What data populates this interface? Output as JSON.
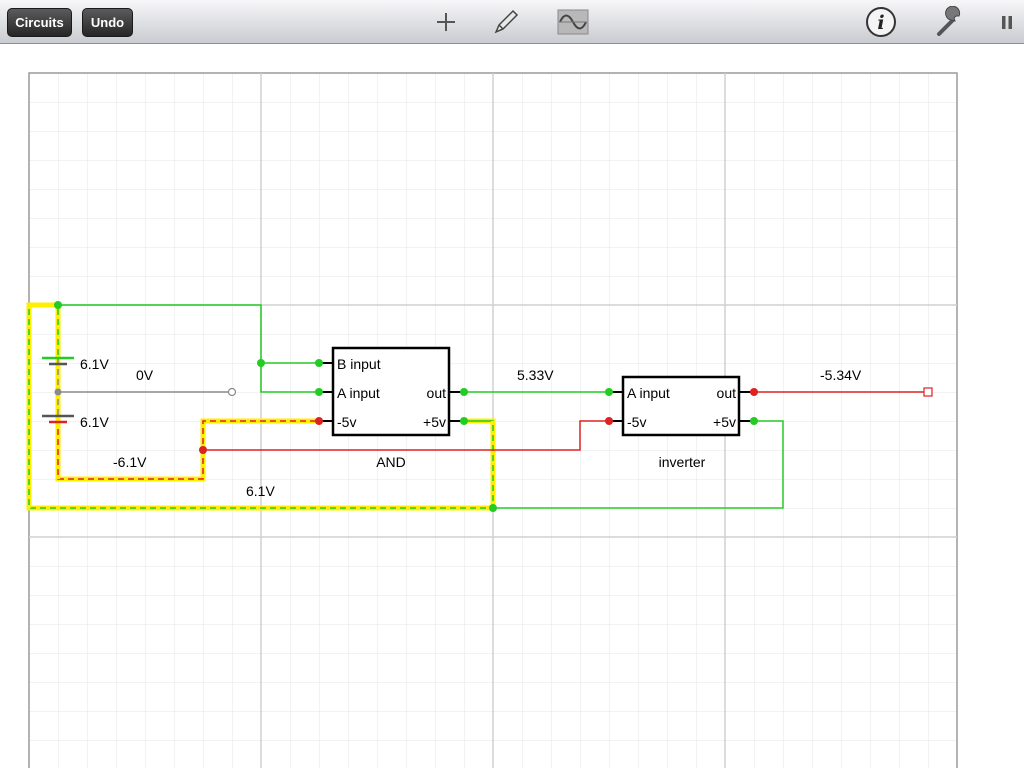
{
  "toolbar": {
    "circuits_label": "Circuits",
    "undo_label": "Undo",
    "icons": [
      "add-icon",
      "pencil-icon",
      "waveform-icon",
      "info-icon",
      "wrench-icon",
      "pause-icon"
    ]
  },
  "circuit": {
    "battery_top_voltage": "6.1V",
    "battery_bottom_voltage": "6.1V",
    "ground_voltage": "0V",
    "neg_rail_voltage": "-6.1V",
    "pos_rail_voltage": "6.1V",
    "and_out_voltage": "5.33V",
    "inverter_out_voltage": "-5.34V",
    "and_gate": {
      "name": "AND",
      "b_input": "B input",
      "a_input": "A input",
      "out": "out",
      "neg5v": "-5v",
      "pos5v": "+5v"
    },
    "inverter": {
      "name": "inverter",
      "a_input": "A input",
      "out": "out",
      "neg5v": "-5v",
      "pos5v": "+5v"
    }
  },
  "colors": {
    "positive": "#22cc22",
    "negative": "#dd2222",
    "neutral": "#8a8a8a",
    "highlight": "#ffee00",
    "grid_minor": "#e6e6e6",
    "grid_major": "#cccccc"
  }
}
